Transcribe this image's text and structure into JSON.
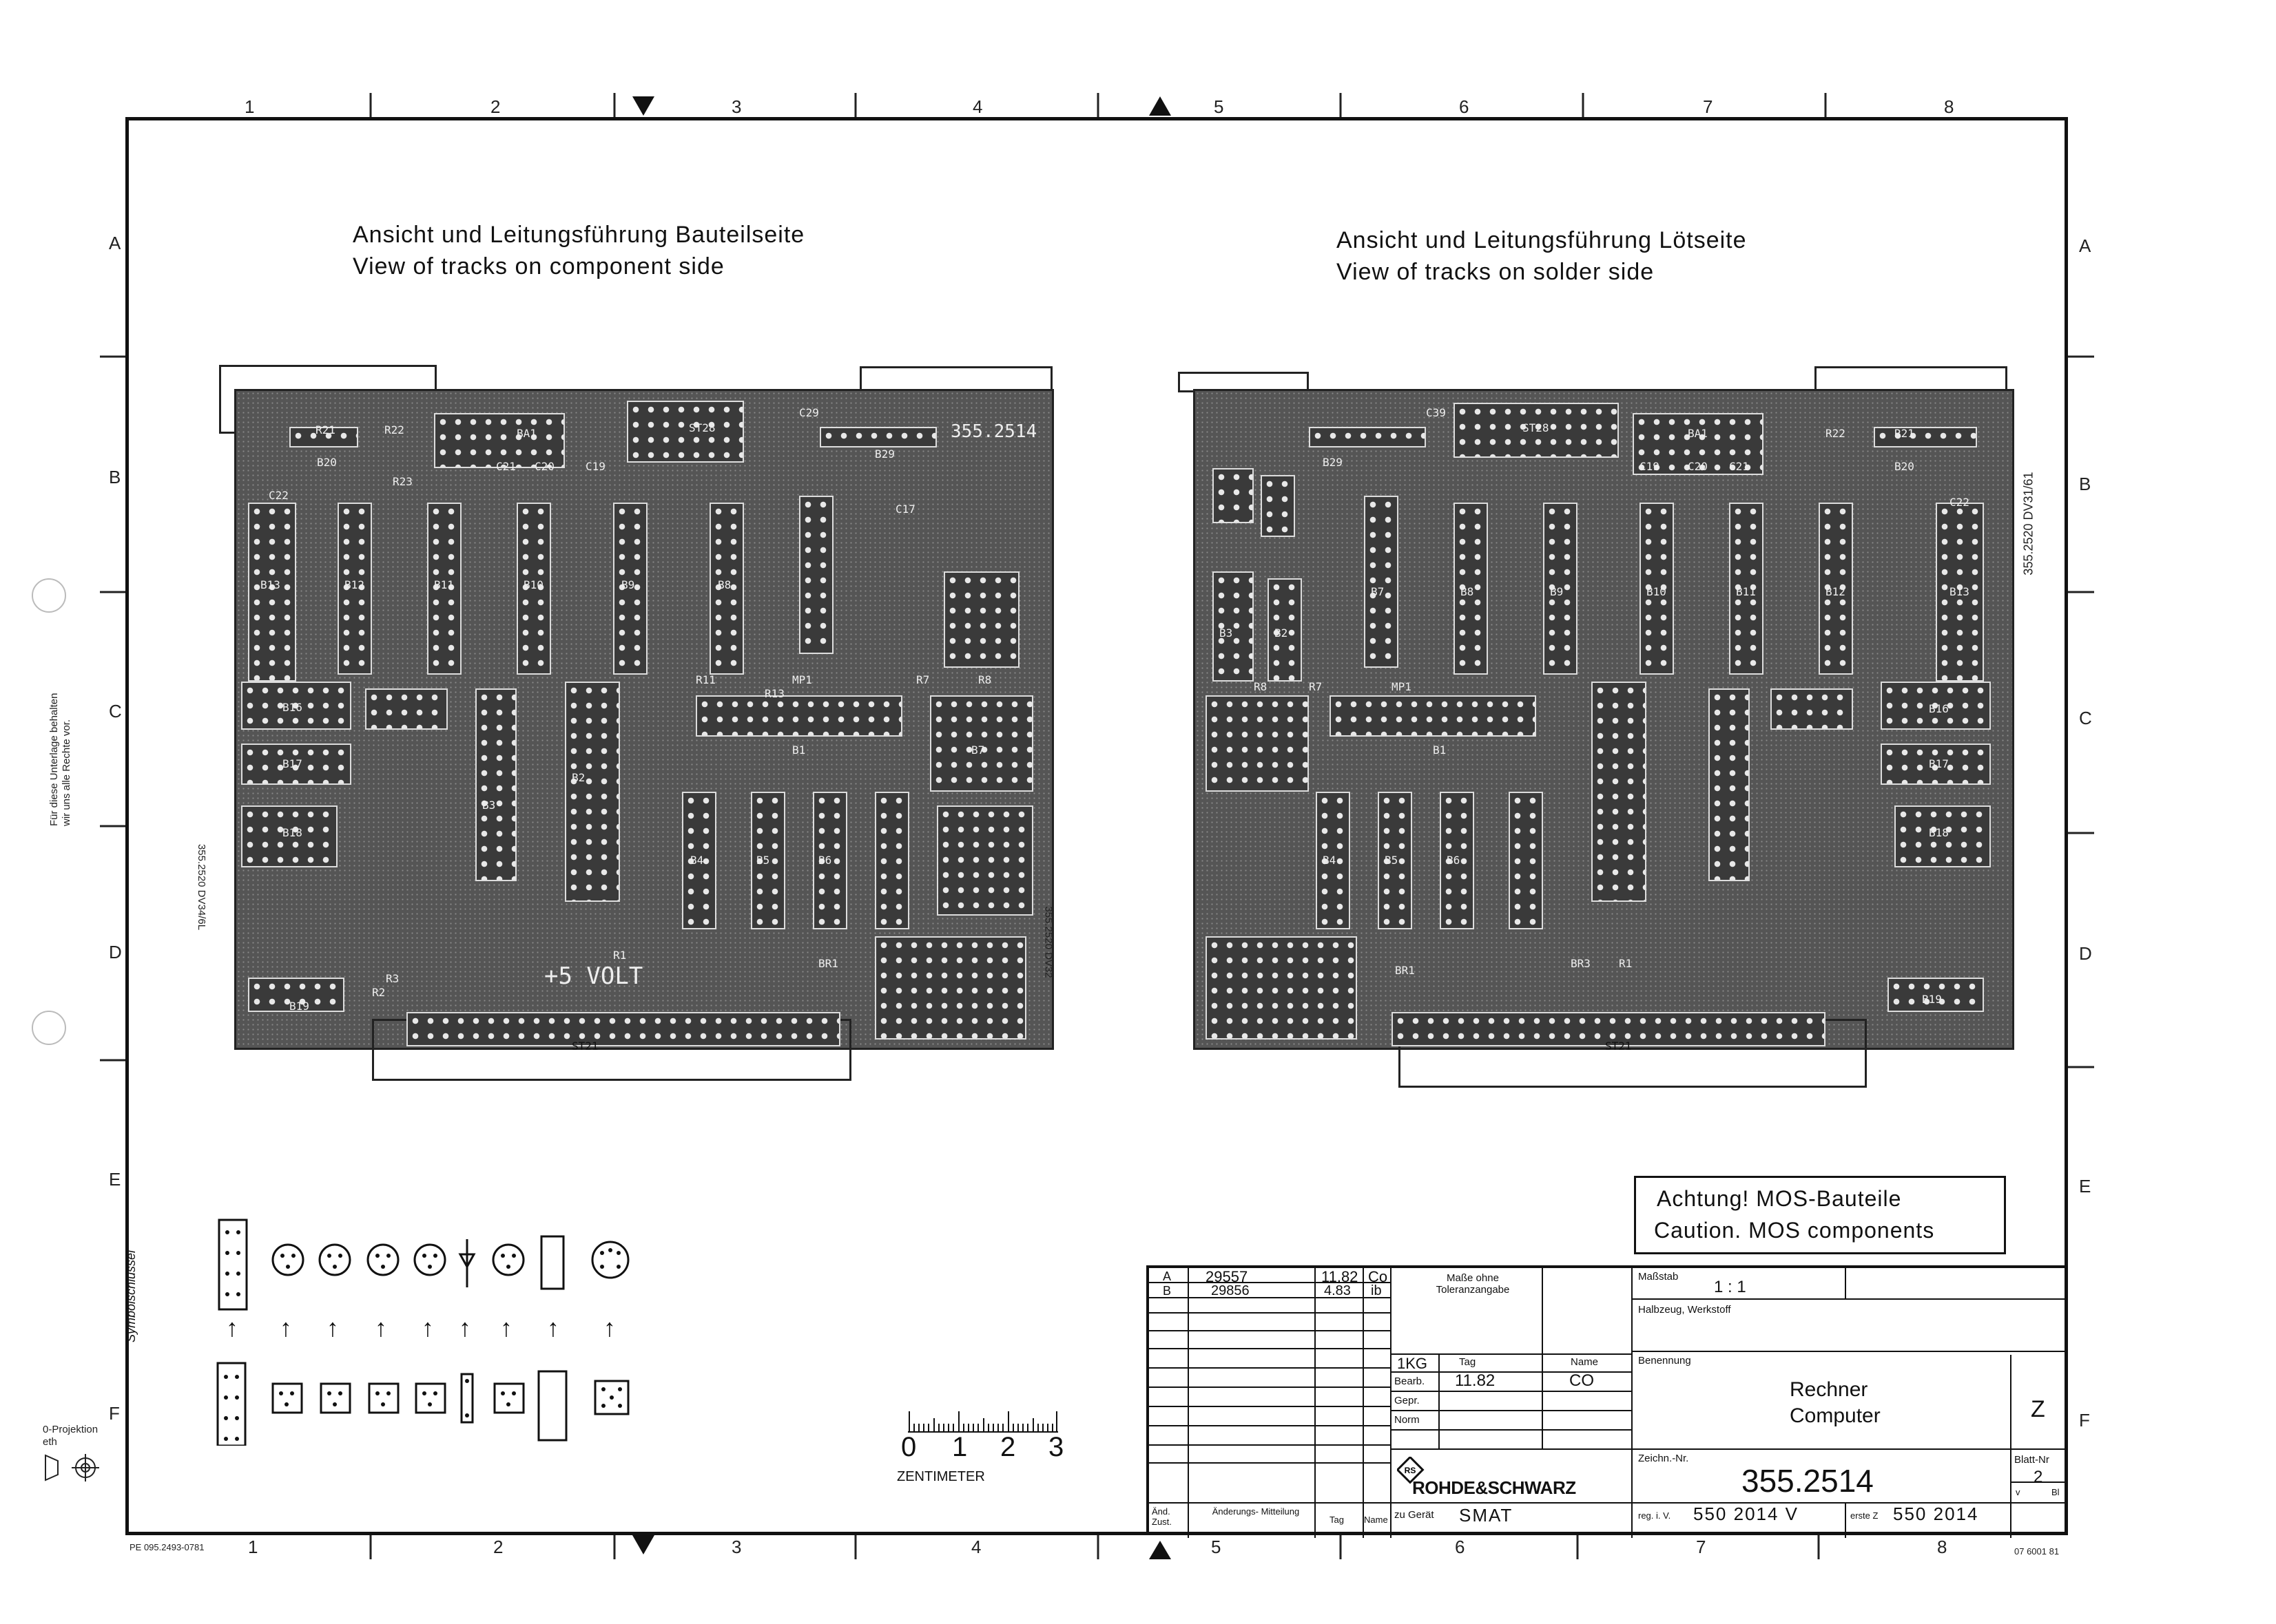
{
  "grid": {
    "columns": [
      "1",
      "2",
      "3",
      "4",
      "5",
      "6",
      "7",
      "8"
    ],
    "rows": [
      "A",
      "B",
      "C",
      "D",
      "E",
      "F"
    ]
  },
  "headings": {
    "component_de": "Ansicht und Leitungsführung Bauteilseite",
    "component_en": "View of tracks on component side",
    "solder_de": "Ansicht und Leitungsführung Lötseite",
    "solder_en": "View of tracks on solder side"
  },
  "component_board": {
    "part_number": "355.2514",
    "side_code": "355.2520 DV34/6L",
    "side_code_right": "355.2520 DV32",
    "power_label": "+5 VOLT",
    "connector_top": "ST28",
    "connector_bottom": "ST21",
    "labels": [
      "R21",
      "R22",
      "B20",
      "BA1",
      "C29",
      "C22",
      "R23",
      "C21",
      "C20",
      "C19",
      "B29",
      "C17",
      "B13",
      "B12",
      "B11",
      "B10",
      "B9",
      "B8",
      "B16",
      "B17",
      "B18",
      "B3",
      "B2",
      "B1",
      "B4",
      "B5",
      "B6",
      "B7",
      "B19",
      "R1",
      "BR1",
      "R3",
      "R2",
      "R11",
      "R13",
      "MP1",
      "R8",
      "R7"
    ]
  },
  "solder_board": {
    "side_code": "355.2520 DV31/61",
    "connector_top": "ST28",
    "connector_bottom": "ST21",
    "labels": [
      "C39",
      "B29",
      "BA1",
      "C19",
      "C20",
      "C21",
      "R22",
      "R21",
      "B20",
      "C22",
      "B7",
      "B8",
      "B9",
      "B10",
      "B11",
      "B12",
      "B13",
      "B3",
      "B2",
      "B1",
      "B4",
      "B5",
      "B6",
      "B16",
      "B17",
      "B18",
      "B19",
      "R1",
      "BR1",
      "BR3",
      "R8",
      "R7",
      "MP1"
    ]
  },
  "caution": {
    "de": "Achtung! MOS-Bauteile",
    "en": "Caution. MOS components"
  },
  "symbol_key": {
    "title": "Symbolschlüssel",
    "arrow": "↑"
  },
  "scale_bar": {
    "numbers": [
      "0",
      "1",
      "2",
      "3"
    ],
    "unit": "ZENTIMETER"
  },
  "title_block": {
    "revisions": [
      {
        "code": "A",
        "number": "29557",
        "date": "11.82",
        "initials": "Co"
      },
      {
        "code": "B",
        "number": "29856",
        "date": "4.83",
        "initials": "ib"
      }
    ],
    "tolerance_label": "Maße ohne Toleranzangabe",
    "scale_label": "Maßstab",
    "scale_value": "1 : 1",
    "material_label": "Halbzeug, Werkstoff",
    "role_header": "1KG",
    "date_header": "Tag",
    "name_header": "Name",
    "bearb_label": "Bearb.",
    "bearb_date": "11.82",
    "bearb_name": "CO",
    "gepr_label": "Gepr.",
    "norm_label": "Norm",
    "benennung_label": "Benennung",
    "title_de": "Rechner",
    "title_en": "Computer",
    "revision_letter": "Z",
    "drawing_no_label": "Zeichn.-Nr.",
    "drawing_no": "355.2514",
    "sheet_label": "Blatt-Nr",
    "sheet_no": "2",
    "sheet_v": "v",
    "sheet_bl": "Bl",
    "company": "ROHDE&SCHWARZ",
    "device_label": "zu Gerät",
    "device": "SMAT",
    "reg_label": "reg. i. V.",
    "reg_value": "550 2014 V",
    "first_label": "erste Z",
    "first_value": "550 2014",
    "col_and": "Änd. Zust.",
    "col_change": "Änderungs- Mitteilung",
    "col_day": "Tag",
    "col_name": "Name"
  },
  "margin_text": {
    "rights_line1": "Für diese Unterlage behalten",
    "rights_line2": "wir uns alle Rechte vor.",
    "projection": "0-Projektion",
    "projection_sub": "eth",
    "form_no": "PE 095.2493-0781",
    "form_no_right": "07 6001 81"
  }
}
